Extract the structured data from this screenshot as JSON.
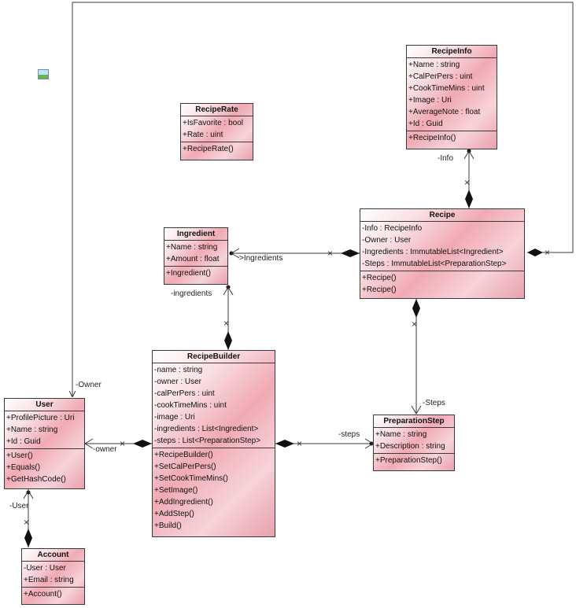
{
  "classes": {
    "recipe_rate": {
      "name": "RecipeRate",
      "attributes": [
        "+IsFavorite : bool",
        "+Rate : uint"
      ],
      "methods": [
        "+RecipeRate()"
      ]
    },
    "recipe_info": {
      "name": "RecipeInfo",
      "attributes": [
        "+Name : string",
        "+CalPerPers : uint",
        "+CookTimeMins : uint",
        "+Image : Uri",
        "+AverageNote : float",
        "+Id : Guid"
      ],
      "methods": [
        "+RecipeInfo()"
      ]
    },
    "ingredient": {
      "name": "Ingredient",
      "attributes": [
        "+Name : string",
        "+Amount : float"
      ],
      "methods": [
        "+Ingredient()"
      ]
    },
    "recipe": {
      "name": "Recipe",
      "attributes": [
        "-Info : RecipeInfo",
        "-Owner : User",
        "-Ingredients : ImmutableList<Ingredient>",
        "-Steps : ImmutableList<PreparationStep>"
      ],
      "methods": [
        "+Recipe()",
        "+Recipe()"
      ]
    },
    "recipe_builder": {
      "name": "RecipeBuilder",
      "attributes": [
        "-name : string",
        "-owner : User",
        "-calPerPers : uint",
        "-cookTimeMins : uint",
        "-image : Uri",
        "-ingredients : List<Ingredient>",
        "-steps : List<PreparationStep>"
      ],
      "methods": [
        "+RecipeBuilder()",
        "+SetCalPerPers()",
        "+SetCookTimeMins()",
        "+SetImage()",
        "+AddIngredient()",
        "+AddStep()",
        "+Build()"
      ]
    },
    "user": {
      "name": "User",
      "attributes": [
        "+ProfilePicture : Uri",
        "+Name : string",
        "+Id : Guid"
      ],
      "methods": [
        "+User()",
        "+Equals()",
        "+GetHashCode()"
      ]
    },
    "preparation_step": {
      "name": "PreparationStep",
      "attributes": [
        "+Name : string",
        "+Description : string"
      ],
      "methods": [
        "+PreparationStep()"
      ]
    },
    "account": {
      "name": "Account",
      "attributes": [
        "-User : User",
        "+Email : string"
      ],
      "methods": [
        "+Account()"
      ]
    }
  },
  "relations": {
    "info": "-Info",
    "ingredients": ">Ingredients",
    "ingredients_builder": "-ingredients",
    "owner_recipe": "-Owner",
    "owner_builder": "-owner",
    "steps_recipe": "-Steps",
    "steps_builder": "-steps",
    "user_account": "-User"
  },
  "colors": {
    "line": "#3a3a3a",
    "class_fill_dark": "#e9a0ac",
    "class_fill_light": "#ffffff"
  }
}
